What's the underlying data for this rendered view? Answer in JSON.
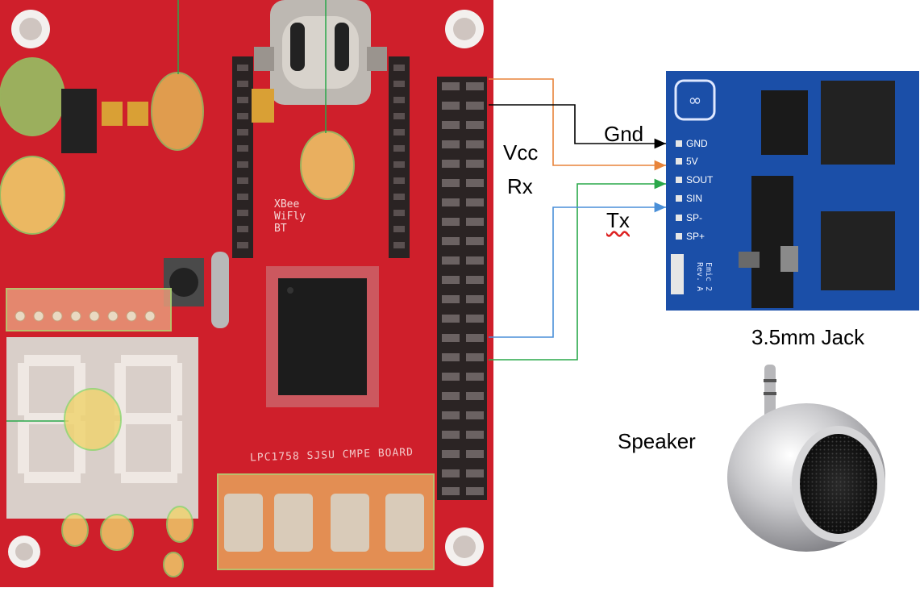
{
  "labels": {
    "vcc": "Vcc",
    "rx": "Rx",
    "gnd": "Gnd",
    "tx": "Tx",
    "jack": "3.5mm Jack",
    "speaker": "Speaker"
  },
  "board": {
    "title": "LPC1758 SJSU CMPE BOARD",
    "xbee_text": "XBee\nWiFly\nBT"
  },
  "module": {
    "pins": [
      "GND",
      "5V",
      "SOUT",
      "SIN",
      "SP-",
      "SP+"
    ],
    "name": "Emic 2\nRev. A"
  },
  "colors": {
    "board_red": "#d8232f",
    "module_blue": "#1b4fa8",
    "wire_orange": "#e8843a",
    "wire_black": "#000000",
    "wire_green": "#2aa84a",
    "wire_blue": "#4a8fd8",
    "highlight_yellow": "#e6c65a",
    "highlight_green": "#8dd66a"
  }
}
